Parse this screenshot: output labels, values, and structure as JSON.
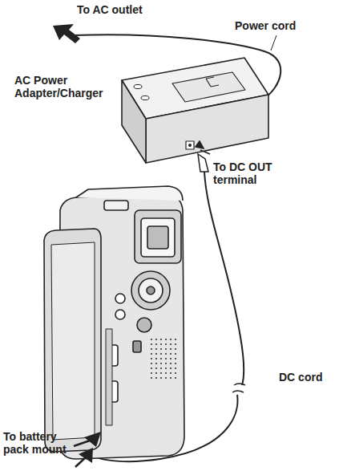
{
  "diagram": {
    "labels": [
      "To AC outlet",
      "Power cord",
      "AC Power Adapter/Charger",
      "To DC OUT terminal",
      "DC cord",
      "To battery pack mount"
    ]
  }
}
